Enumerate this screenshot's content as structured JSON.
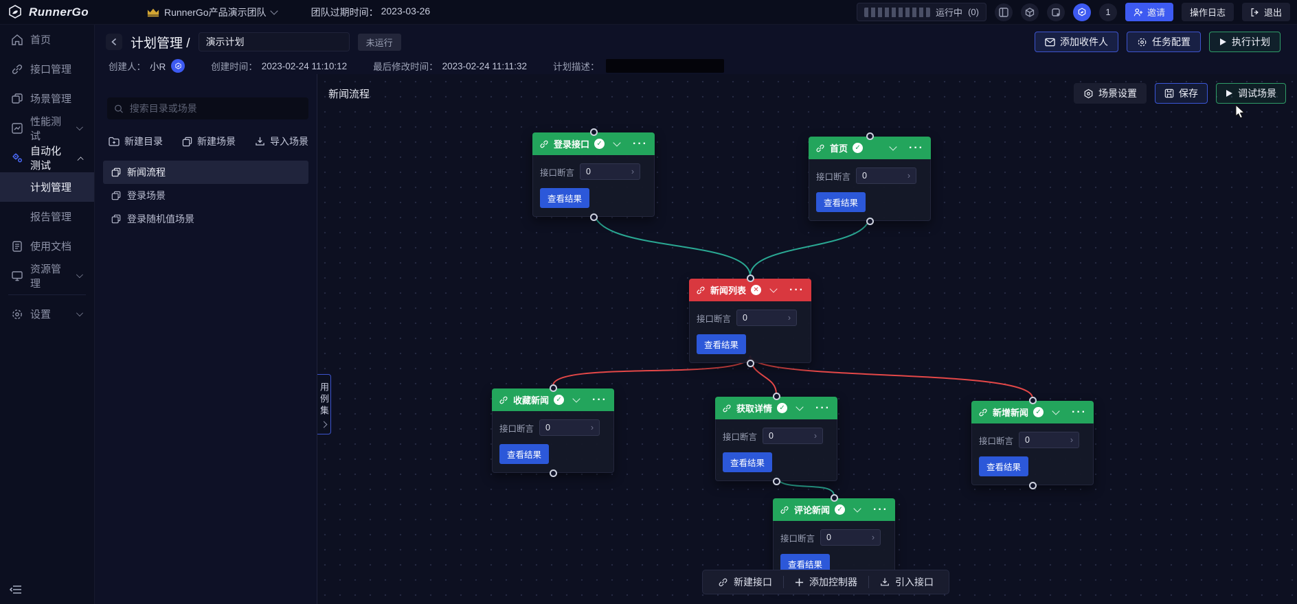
{
  "colors": {
    "accent_blue": "#3d5af1",
    "success_green": "#23a55c",
    "fail_red": "#d9383f",
    "edge_teal": "#2aa893",
    "edge_red": "#e54848",
    "result_button_blue": "#2c58d9",
    "canvas_bg": "#0d1021",
    "crown_gold": "#d4a633"
  },
  "topbar": {
    "brand": "RunnerGo",
    "team_name": "RunnerGo产品演示团队",
    "expiry_label": "团队过期时间：",
    "expiry_value": "2023-03-26",
    "running_label": "运行中",
    "running_count": "(0)",
    "avatar_count": "1",
    "invite": "邀请",
    "op_log": "操作日志",
    "logout": "退出"
  },
  "sidebar": {
    "items": [
      {
        "label": "首页"
      },
      {
        "label": "接口管理"
      },
      {
        "label": "场景管理"
      },
      {
        "label": "性能测试"
      },
      {
        "label": "自动化测试"
      },
      {
        "label": "计划管理"
      },
      {
        "label": "报告管理"
      },
      {
        "label": "使用文档"
      },
      {
        "label": "资源管理"
      },
      {
        "label": "设置"
      }
    ]
  },
  "breadcrumb": {
    "section": "计划管理 /",
    "plan_name": "演示计划",
    "status": "未运行"
  },
  "plan_meta": {
    "creator_label": "创建人：",
    "creator": "小R",
    "created_label": "创建时间：",
    "created": "2023-02-24 11:10:12",
    "modified_label": "最后修改时间：",
    "modified": "2023-02-24 11:11:32",
    "desc_label": "计划描述："
  },
  "plan_actions": {
    "add_recipient": "添加收件人",
    "task_config": "任务配置",
    "run_plan": "执行计划"
  },
  "left_panel": {
    "search_placeholder": "搜索目录或场景",
    "new_dir": "新建目录",
    "new_scene": "新建场景",
    "import_scene": "导入场景",
    "scenes": [
      {
        "label": "新闻流程"
      },
      {
        "label": "登录场景"
      },
      {
        "label": "登录随机值场景"
      }
    ]
  },
  "canvas": {
    "title": "新闻流程",
    "scene_settings": "场景设置",
    "save": "保存",
    "debug": "调试场景",
    "case_tab": "用例集",
    "toolbar": {
      "new_api": "新建接口",
      "add_controller": "添加控制器",
      "import_api": "引入接口"
    }
  },
  "nodes": [
    {
      "title": "登录接口",
      "status": "success",
      "assert_label": "接口断言",
      "assert_value": "0",
      "result_btn": "查看结果"
    },
    {
      "title": "首页",
      "status": "success",
      "assert_label": "接口断言",
      "assert_value": "0",
      "result_btn": "查看结果"
    },
    {
      "title": "新闻列表",
      "status": "fail",
      "assert_label": "接口断言",
      "assert_value": "0",
      "result_btn": "查看结果"
    },
    {
      "title": "收藏新闻",
      "status": "success",
      "assert_label": "接口断言",
      "assert_value": "0",
      "result_btn": "查看结果"
    },
    {
      "title": "获取详情",
      "status": "success",
      "assert_label": "接口断言",
      "assert_value": "0",
      "result_btn": "查看结果"
    },
    {
      "title": "新增新闻",
      "status": "success",
      "assert_label": "接口断言",
      "assert_value": "0",
      "result_btn": "查看结果"
    },
    {
      "title": "评论新闻",
      "status": "success",
      "assert_label": "接口断言",
      "assert_value": "0",
      "result_btn": "查看结果"
    }
  ]
}
